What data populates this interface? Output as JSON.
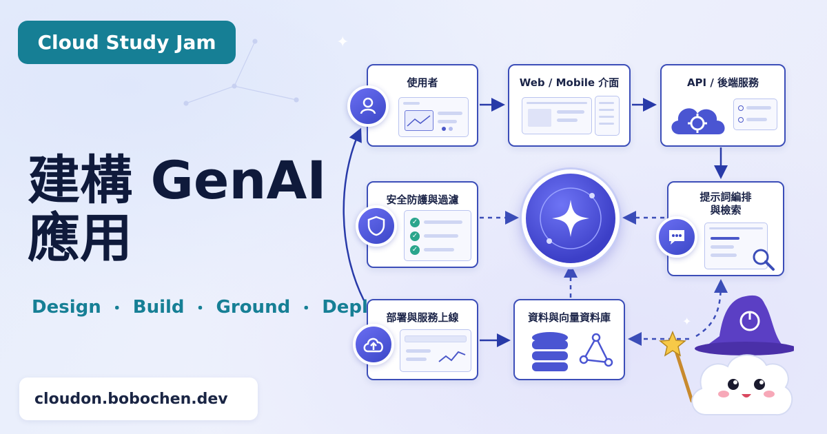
{
  "badge": "Cloud Study Jam",
  "title": {
    "line1": "建構 GenAI",
    "line2": "應用"
  },
  "subtitle": {
    "items": [
      "Design",
      "Build",
      "Ground",
      "Deploy"
    ],
    "separator": "・"
  },
  "url": "cloudon.bobochen.dev",
  "nodes": {
    "user": "使用者",
    "frontend": "Web / Mobile 介面",
    "backend": "API / 後端服務",
    "safety": "安全防護與過濾",
    "prompt": "提示詞編排\n與檢索",
    "deploy": "部署與服務上線",
    "data": "資料與向量資料庫"
  },
  "colors": {
    "brand": "#167f95",
    "accent": "#3b4db8",
    "title": "#0f1a3b"
  },
  "icons": [
    "user-icon",
    "shield-icon",
    "cloud-upload-icon",
    "cloud-gear-icon",
    "chat-icon",
    "search-icon",
    "database-icon",
    "graph-icon",
    "sparkle-icon",
    "wizard-cloud-mascot"
  ]
}
